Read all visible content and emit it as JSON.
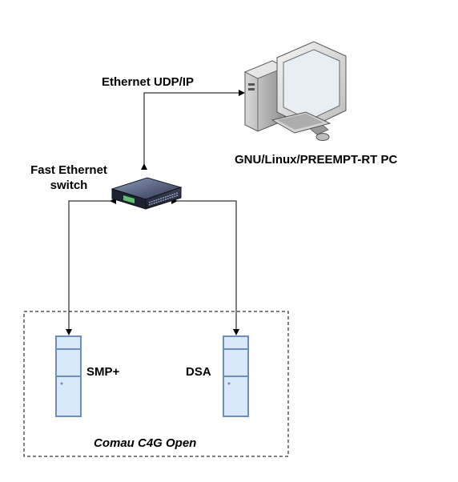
{
  "labels": {
    "ethernet_link": "Ethernet UDP/IP",
    "pc": "GNU/Linux/PREEMPT-RT PC",
    "switch_line1": "Fast Ethernet",
    "switch_line2": "switch",
    "smp": "SMP+",
    "dsa": "DSA",
    "group": "Comau C4G Open"
  },
  "icons": {
    "pc": "desktop-computer-icon",
    "switch": "network-switch-icon",
    "smp": "server-tower-icon",
    "dsa": "server-tower-icon"
  },
  "colors": {
    "server_fill": "#dae8fc",
    "server_stroke": "#6c8ebf",
    "line": "#000000"
  }
}
